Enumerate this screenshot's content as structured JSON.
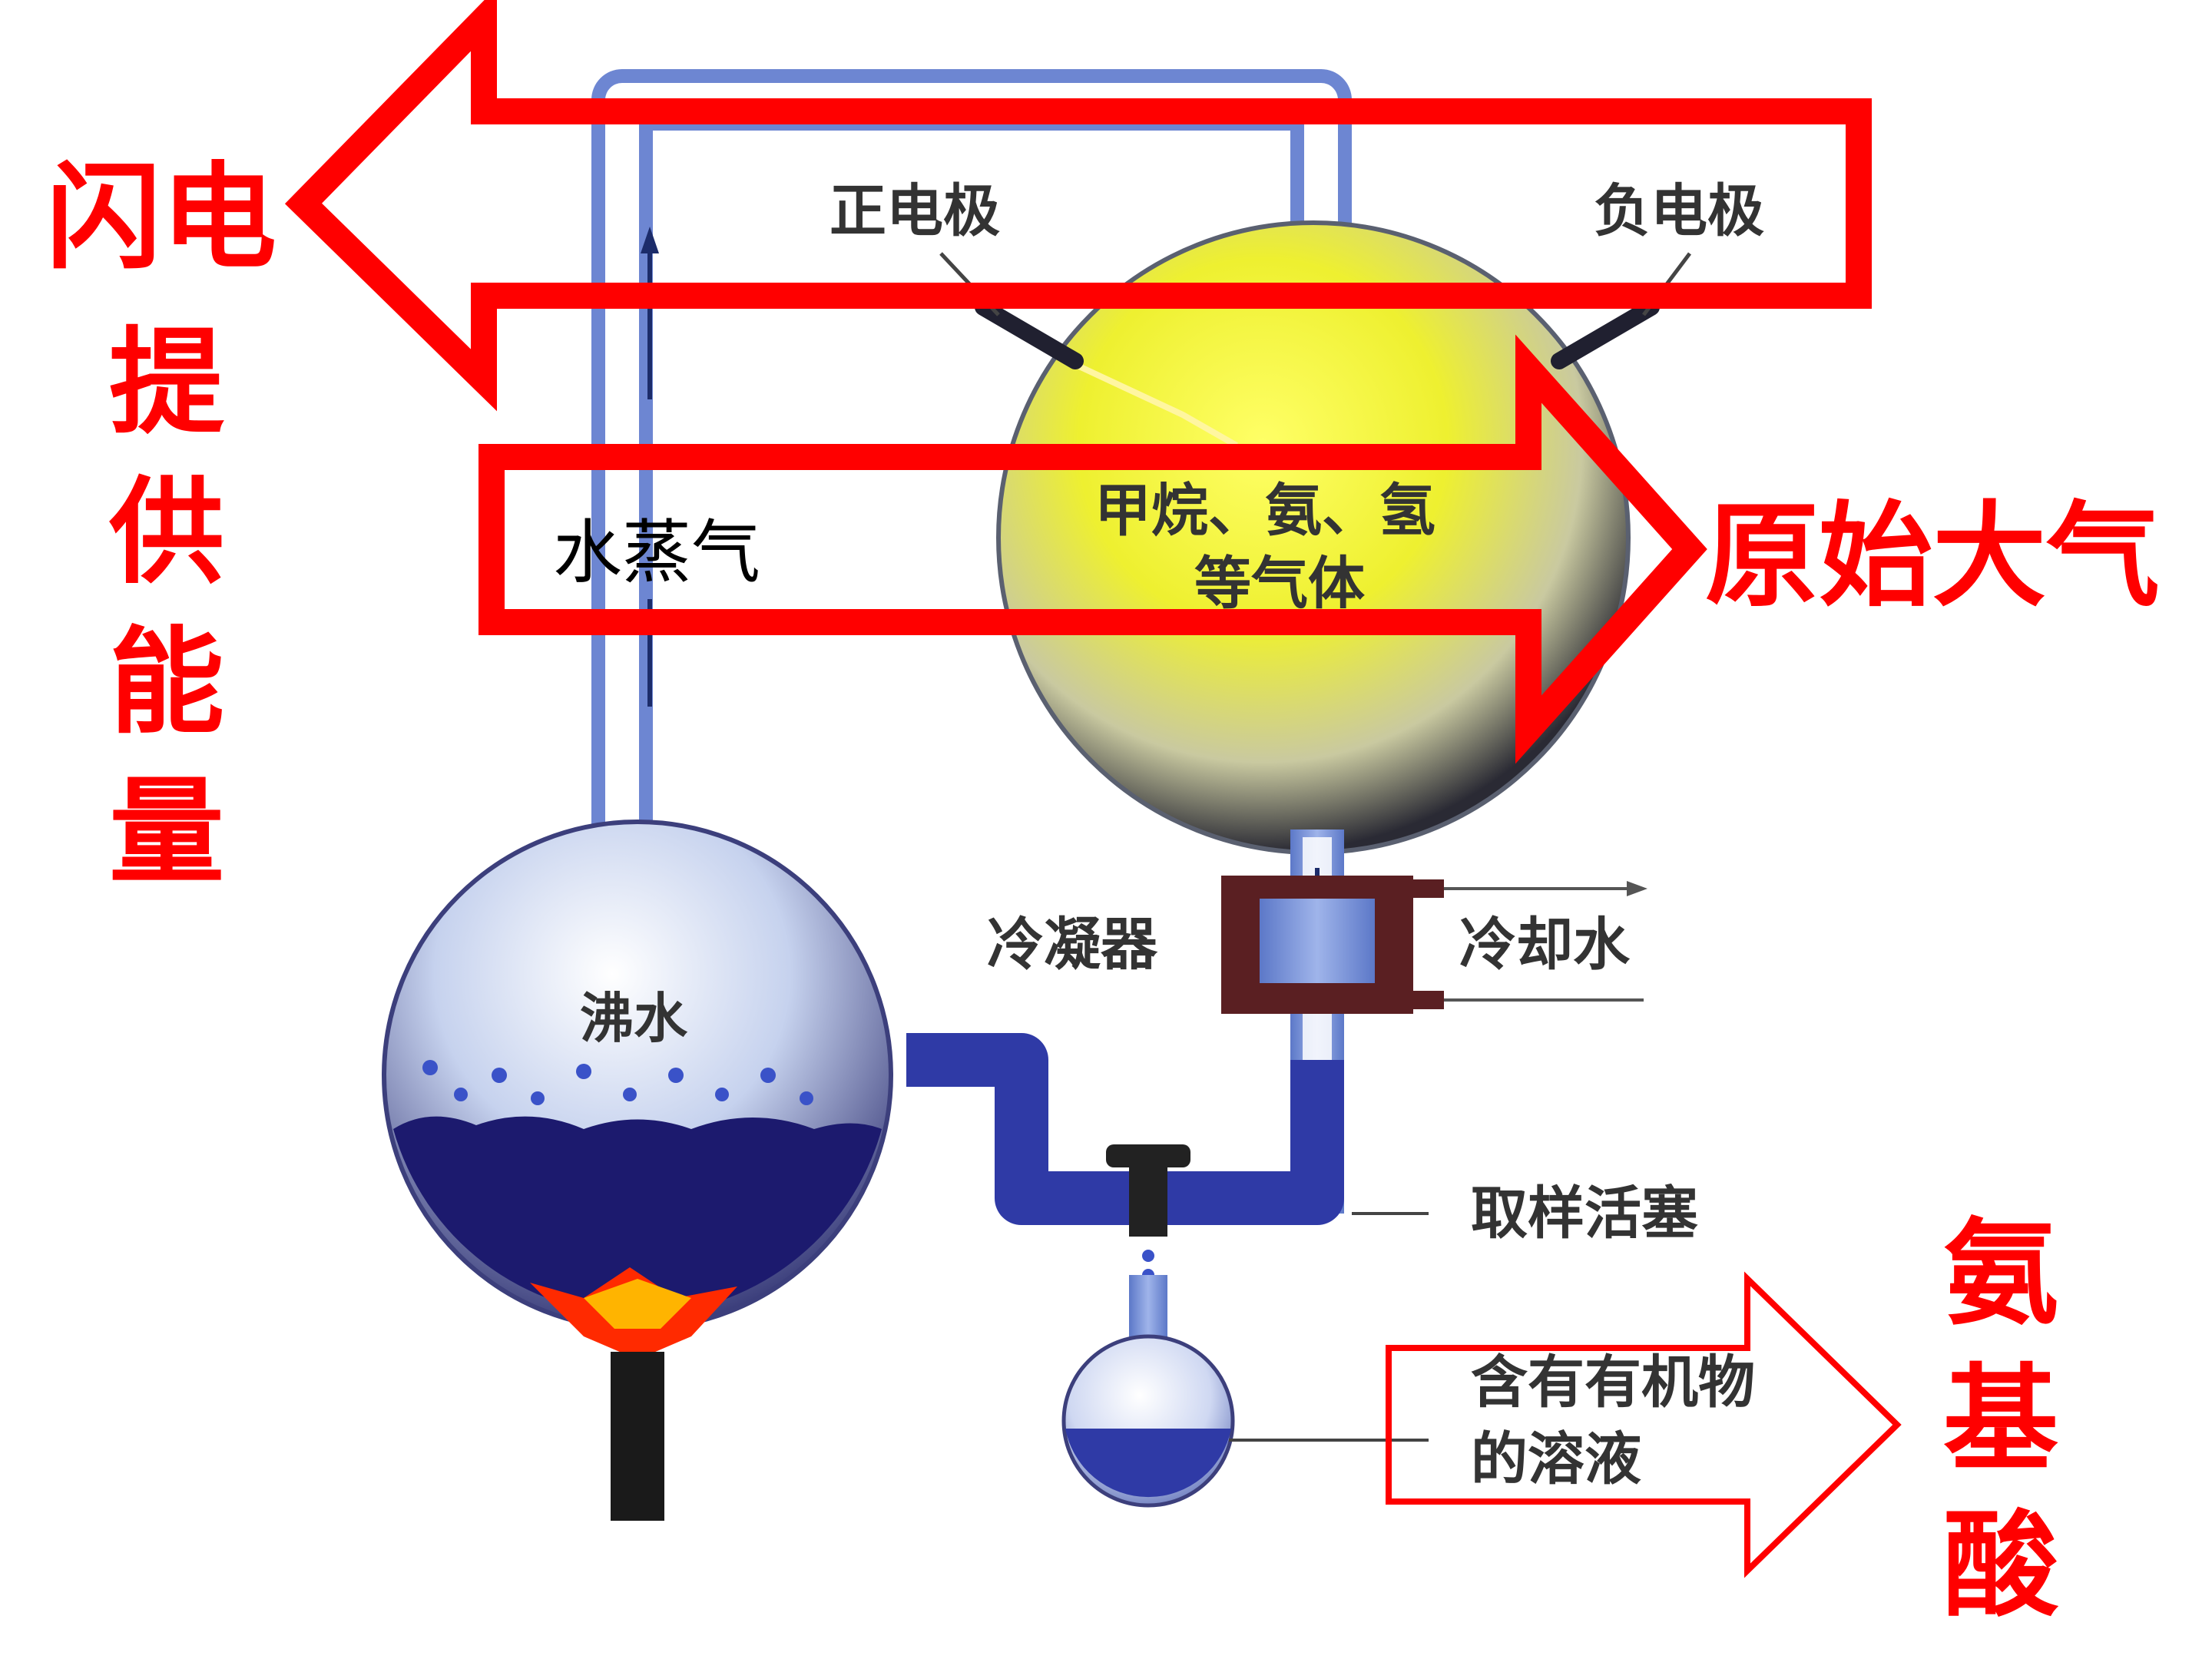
{
  "labels": {
    "positive_electrode": "正电极",
    "negative_electrode": "负电极",
    "gases_line1": "甲烷、氨、氢",
    "gases_line2": "等气体",
    "condenser": "冷凝器",
    "cooling_water": "冷却水",
    "boiling_water": "沸水",
    "sampling_valve": "取样活塞",
    "solution_line1": "含有有机物",
    "solution_line2": "的溶液"
  },
  "annotations": {
    "lightning": "闪电",
    "provides_energy": [
      "提",
      "供",
      "能",
      "量"
    ],
    "water_vapor": "水蒸气",
    "primitive_atmosphere": "原始大气",
    "amino_acid": [
      "氨",
      "基",
      "酸"
    ]
  },
  "colors": {
    "annotation_red": "#ff0000",
    "glass_blue": "#7d97dc",
    "water_dark": "#1c1a6e",
    "gas_yellow": "#f2f22a"
  }
}
